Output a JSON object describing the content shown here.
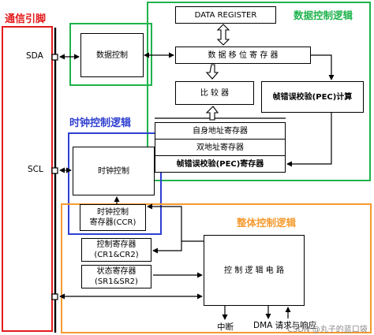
{
  "regions": {
    "comm_pins": {
      "label": "通信引脚",
      "color": "#e31a1c"
    },
    "data_control": {
      "label": "数据控制逻辑",
      "color": "#1fb34c"
    },
    "clock_control": {
      "label": "时钟控制逻辑",
      "color": "#2f3fd1"
    },
    "overall_control": {
      "label": "整体控制逻辑",
      "color": "#f59a2f"
    }
  },
  "pins": {
    "sda": "SDA",
    "scl": "SCL"
  },
  "blocks": {
    "data_register": "DATA REGISTER",
    "data_control": "数据控制",
    "shift_register": "数 据 移 位 寄 存 器",
    "comparator": "比 较 器",
    "pec_calc": "帧错误校验(PEC)计算",
    "own_address": "自身地址寄存器",
    "dual_address": "双地址寄存器",
    "pec_register": "帧错误校验(PEC)寄存器",
    "clock_control": "时钟控制",
    "ccr_line1": "时钟控制",
    "ccr_line2": "寄存器(CCR)",
    "cr_line1": "控制寄存器",
    "cr_line2": "(CR1&CR2)",
    "sr_line1": "状态寄存器",
    "sr_line2": "(SR1&SR2)",
    "control_logic": "控 制 逻 辑 电 路"
  },
  "outputs": {
    "interrupt": "中断",
    "dma": "DMA 请求与响应"
  },
  "watermark": "CSDN @丸子的蓝口袋"
}
